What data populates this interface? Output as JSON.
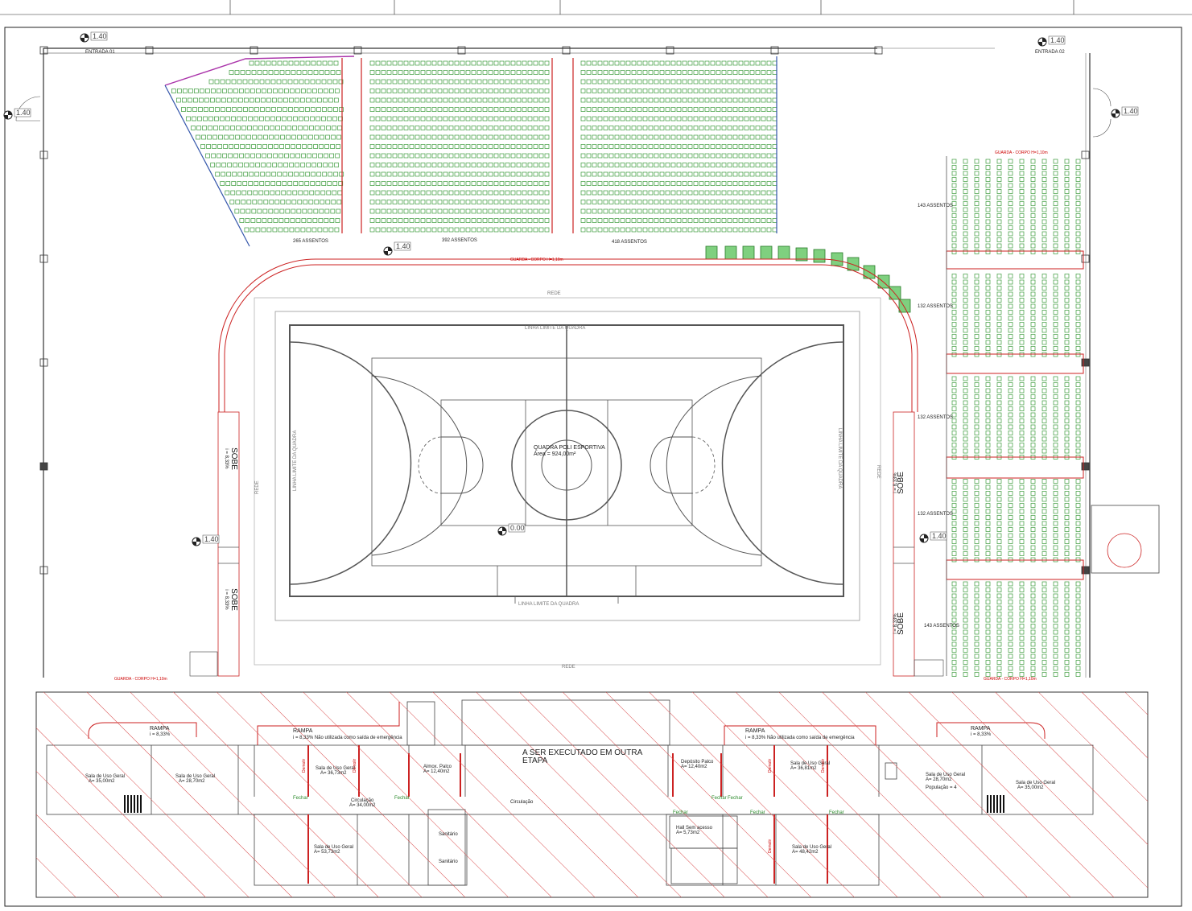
{
  "levels": {
    "top_left": "1.40",
    "top_right": "1.40",
    "left_upper": "1.40",
    "right_upper": "1.40",
    "mid_stands": "1.40",
    "left_lower": "1.40",
    "right_lower": "1.40",
    "court": "0.00"
  },
  "entrances": {
    "left": "ENTRADA 01",
    "right": "ENTRADA 02"
  },
  "seat_counts": {
    "angled": "265 ASSENTOS",
    "center": "392 ASSENTOS",
    "right_block": "418 ASSENTOS",
    "east_1": "143 ASSENTOS",
    "east_2": "132 ASSENTOS",
    "east_3": "132 ASSENTOS",
    "east_4": "132 ASSENTOS",
    "east_5": "143 ASSENTOS"
  },
  "court": {
    "name": "QUADRA POLI ESPORTIVA",
    "area": "Área = 924,00m²",
    "limit_label": "LINHA LIMITE DA QUADRA",
    "net_label": "REDE"
  },
  "ramps": {
    "sobe": "SOBE",
    "slope": "i = 8,33%"
  },
  "railing": "GUARDA - CORPO  H=1,10m",
  "lower_block": {
    "title_line1": "A SER EXECUTADO EM OUTRA",
    "title_line2": "ETAPA",
    "rampa": "RAMPA",
    "rampa_slope_left": "i = 8,33%",
    "rampa_note_1": "i = 8,33%  Não utilizada como saída de emergência",
    "rampa_note_2": "i = 8,33%  Não utilizada como saída de emergência",
    "rampa_slope_right": "i = 8,33%",
    "rooms": {
      "r1": "Sala de Uso Geral",
      "r1_area": "A= 35,00m2",
      "r2": "Sala de Uso Geral",
      "r2_area": "A= 28,70m2",
      "r3": "Sala de Uso Geral",
      "r3_area": "A= 36,73m2",
      "r4": "Almox. Palco",
      "r4_area": "A= 12,40m2",
      "r5": "Circulação",
      "r5_area": "A= 34,00m2",
      "r6": "Circulação",
      "r7": "Sala de Uso Geral",
      "r7_area": "A= 53,73m2",
      "r8": "Sanitário",
      "r9": "Sanitário",
      "r10": "Depósito Palco",
      "r10_area": "A= 12,40m2",
      "r11": "Sala de Uso Geral",
      "r11_area": "A= 36,81m2",
      "r12": "Hall Sem acesso",
      "r12_area": "A= 5,73m2",
      "r13": "Sala de Uso Geral",
      "r13_area": "A= 48,42m2",
      "r14": "Sala de Uso Geral",
      "r14_area": "A= 28,70m2",
      "r14_pop": "População = 4",
      "r15": "Sala de Uso Geral",
      "r15_area": "A= 35,00m2"
    },
    "door_label": "Fechar",
    "door_red": "Demolir"
  },
  "colors": {
    "seat": "#3a9a3a",
    "railing": "#cc2222",
    "hatch": "#d84a4a",
    "dims": "#3355aa",
    "accent": "#aa33aa"
  }
}
